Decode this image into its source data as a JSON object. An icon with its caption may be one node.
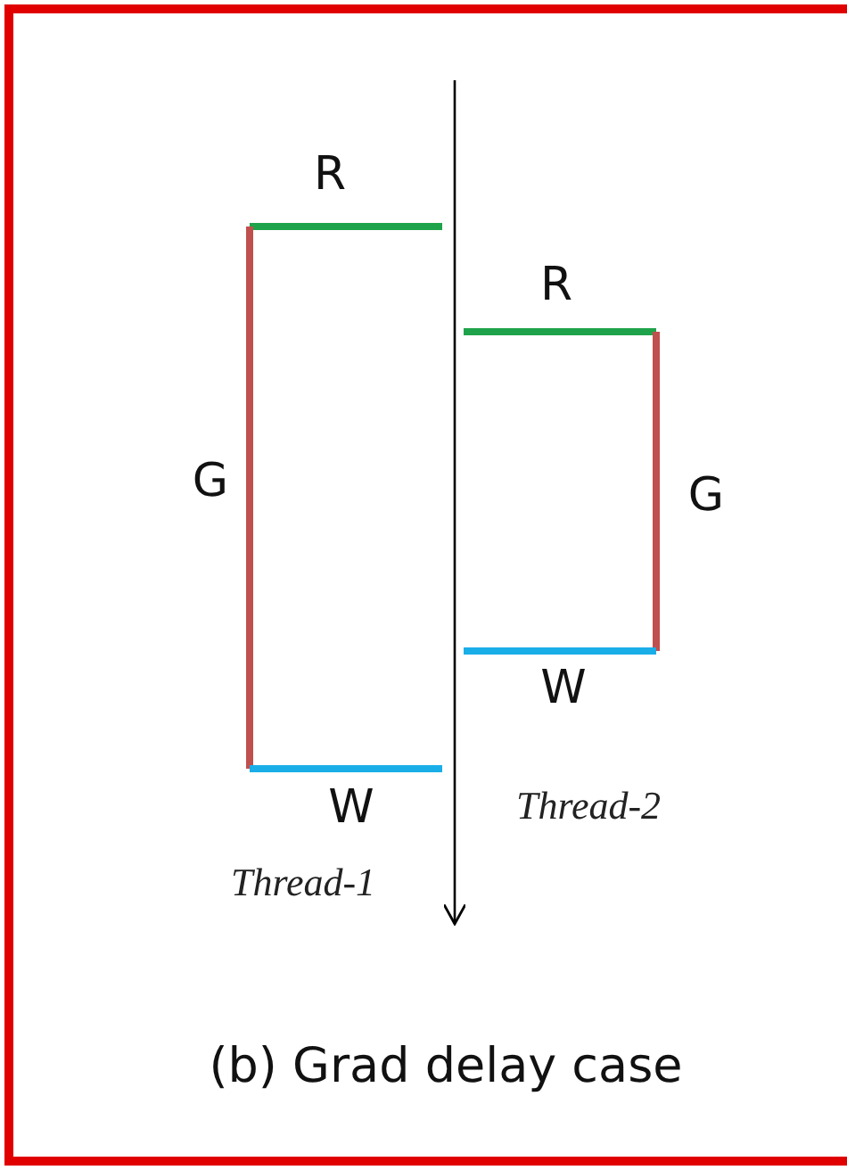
{
  "diagram": {
    "caption": "(b) Grad delay case",
    "labels": [
      "R",
      "R",
      "G",
      "G",
      "W",
      "W",
      "Thread-2",
      "Thread-1"
    ]
  }
}
